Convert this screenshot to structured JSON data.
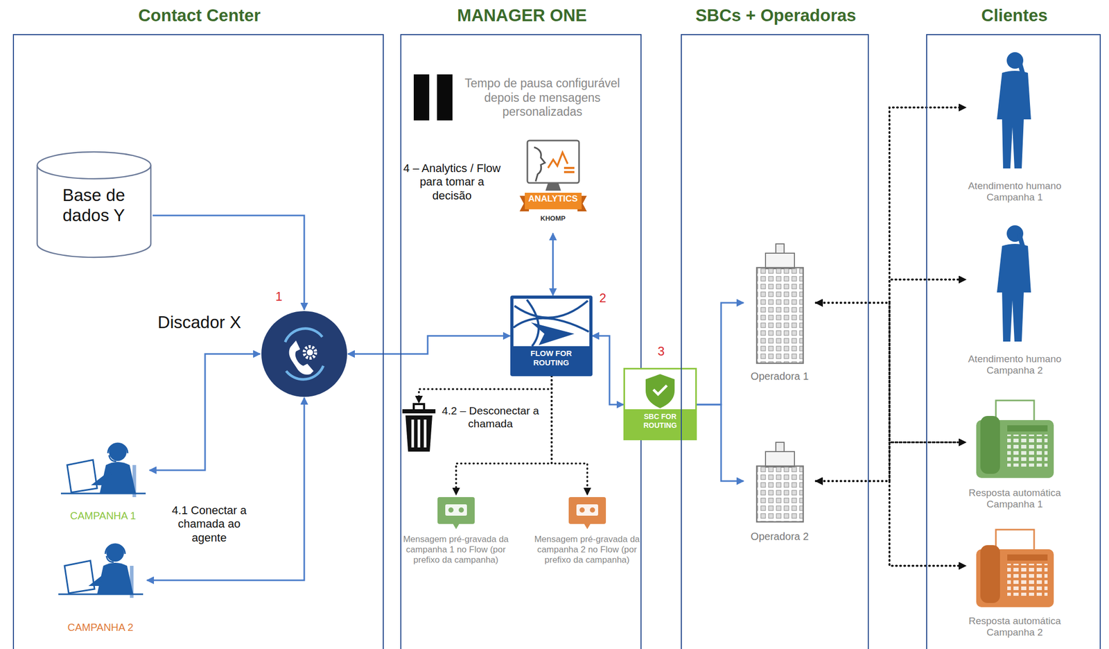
{
  "diagram": {
    "nodes": [
      {
        "text": [
          "Contact Center"
        ]
      },
      {
        "text": [
          "Base de dados Y"
        ],
        "in": 0
      },
      {
        "text": [
          "Discador X"
        ],
        "in": 0
      },
      {
        "text": [
          "CAMPANHA 1"
        ],
        "in": 0
      },
      {
        "text": [
          "CAMPANHA 2"
        ],
        "in": 0
      },
      {
        "text": [
          "MANAGER ONE"
        ]
      },
      {
        "text": [
          "ANALYTICS",
          "KHOMP"
        ],
        "in": 5
      },
      {
        "text": [
          "FLOW FOR ROUTING"
        ],
        "in": 5
      },
      {
        "text": [
          "4.2 – Desconectar a chamada"
        ],
        "in": 5
      },
      {
        "text": [
          "Mensagem pré-gravada da campanha 1 no Flow (por prefixo da campanha)"
        ],
        "in": 5
      },
      {
        "text": [
          "Mensagem pré-gravada da campanha 2 no Flow (por prefixo da campanha)"
        ],
        "in": 5
      },
      {
        "text": [
          "SBC FOR ROUTING"
        ]
      },
      {
        "text": [
          "SBCs + Operadoras"
        ]
      },
      {
        "text": [
          "Operadora 1"
        ],
        "in": 12
      },
      {
        "text": [
          "Operadora 2"
        ],
        "in": 12
      },
      {
        "text": [
          "Clientes"
        ]
      },
      {
        "text": [
          "Atendimento humano Campanha 1"
        ],
        "in": 15
      },
      {
        "text": [
          "Atendimento humano Campanha 2"
        ],
        "in": 15
      },
      {
        "text": [
          "Resposta automática Campanha 1"
        ],
        "in": 15
      },
      {
        "text": [
          "Resposta automática Campanha 2"
        ],
        "in": 15
      }
    ],
    "edges": [
      {
        "from": 1,
        "to": 2,
        "arrow": "to"
      },
      {
        "from": 2,
        "to": 3,
        "arrow": "both"
      },
      {
        "from": 2,
        "to": 4,
        "arrow": "both"
      },
      {
        "from": 2,
        "to": 7,
        "arrow": "both"
      },
      {
        "from": 7,
        "to": 6,
        "arrow": "both"
      },
      {
        "from": 7,
        "to": 11,
        "arrow": "both"
      },
      {
        "from": 11,
        "to": 13,
        "arrow": "to"
      },
      {
        "from": 11,
        "to": 14,
        "arrow": "to"
      },
      {
        "from": 7,
        "to": 8,
        "arrow": "to"
      },
      {
        "from": 7,
        "to": 9,
        "arrow": "to"
      },
      {
        "from": 7,
        "to": 10,
        "arrow": "to"
      },
      {
        "from": 13,
        "to": 16,
        "arrow": "both"
      },
      {
        "from": 13,
        "to": 17,
        "arrow": "both"
      },
      {
        "from": 13,
        "to": 18,
        "arrow": "both"
      },
      {
        "from": 13,
        "to": 19,
        "arrow": "both"
      },
      {
        "from": 14,
        "to": 16,
        "arrow": "both"
      },
      {
        "from": 14,
        "to": 17,
        "arrow": "both"
      },
      {
        "from": 14,
        "to": 18,
        "arrow": "both"
      },
      {
        "from": 14,
        "to": 19,
        "arrow": "both"
      }
    ],
    "labels": [
      "1",
      "2",
      "3",
      "Tempo de pausa configurável depois de mensagens personalizadas",
      "4 – Analytics / Flow para tomar a decisão",
      "4.1 Conectar a chamada ao agente"
    ]
  }
}
